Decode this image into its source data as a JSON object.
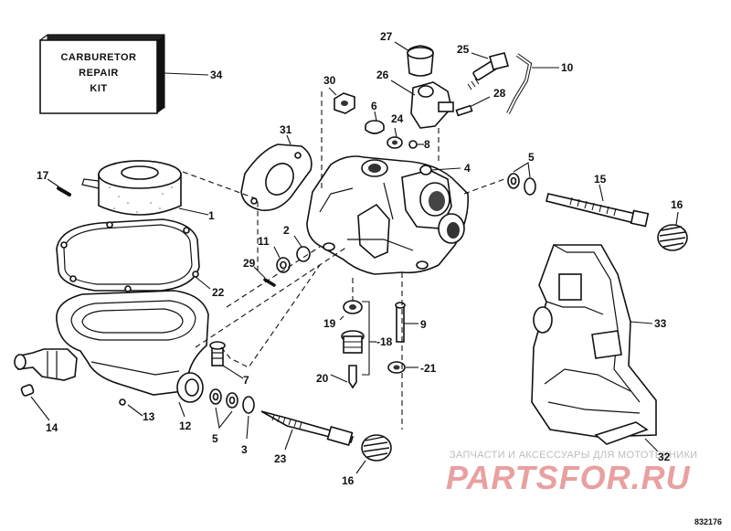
{
  "kit_box": {
    "line1": "CARBURETOR",
    "line2": "REPAIR",
    "line3": "KIT"
  },
  "labels": {
    "p1": "1",
    "p2": "2",
    "p3": "3",
    "p4": "4",
    "p5a": "5",
    "p5b": "5",
    "p6": "6",
    "p7": "7",
    "p8": "8",
    "p9": "9",
    "p10": "10",
    "p11": "11",
    "p12": "12",
    "p13": "13",
    "p14": "14",
    "p15": "15",
    "p16a": "16",
    "p16b": "16",
    "p17": "17",
    "p18": "18",
    "p19": "19",
    "p20": "20",
    "p21": "21",
    "p22": "22",
    "p23": "23",
    "p24": "24",
    "p25": "25",
    "p26": "26",
    "p27": "27",
    "p28": "28",
    "p29": "29",
    "p30": "30",
    "p31": "31",
    "p32": "32",
    "p33": "33",
    "p34": "34"
  },
  "watermark": {
    "line1": "ЗАПЧАСТИ И АКСЕССУАРЫ ДЛЯ МОТОТЕХНИКИ",
    "logo": "PARTSFOR.RU"
  },
  "diagram_code": "832176"
}
